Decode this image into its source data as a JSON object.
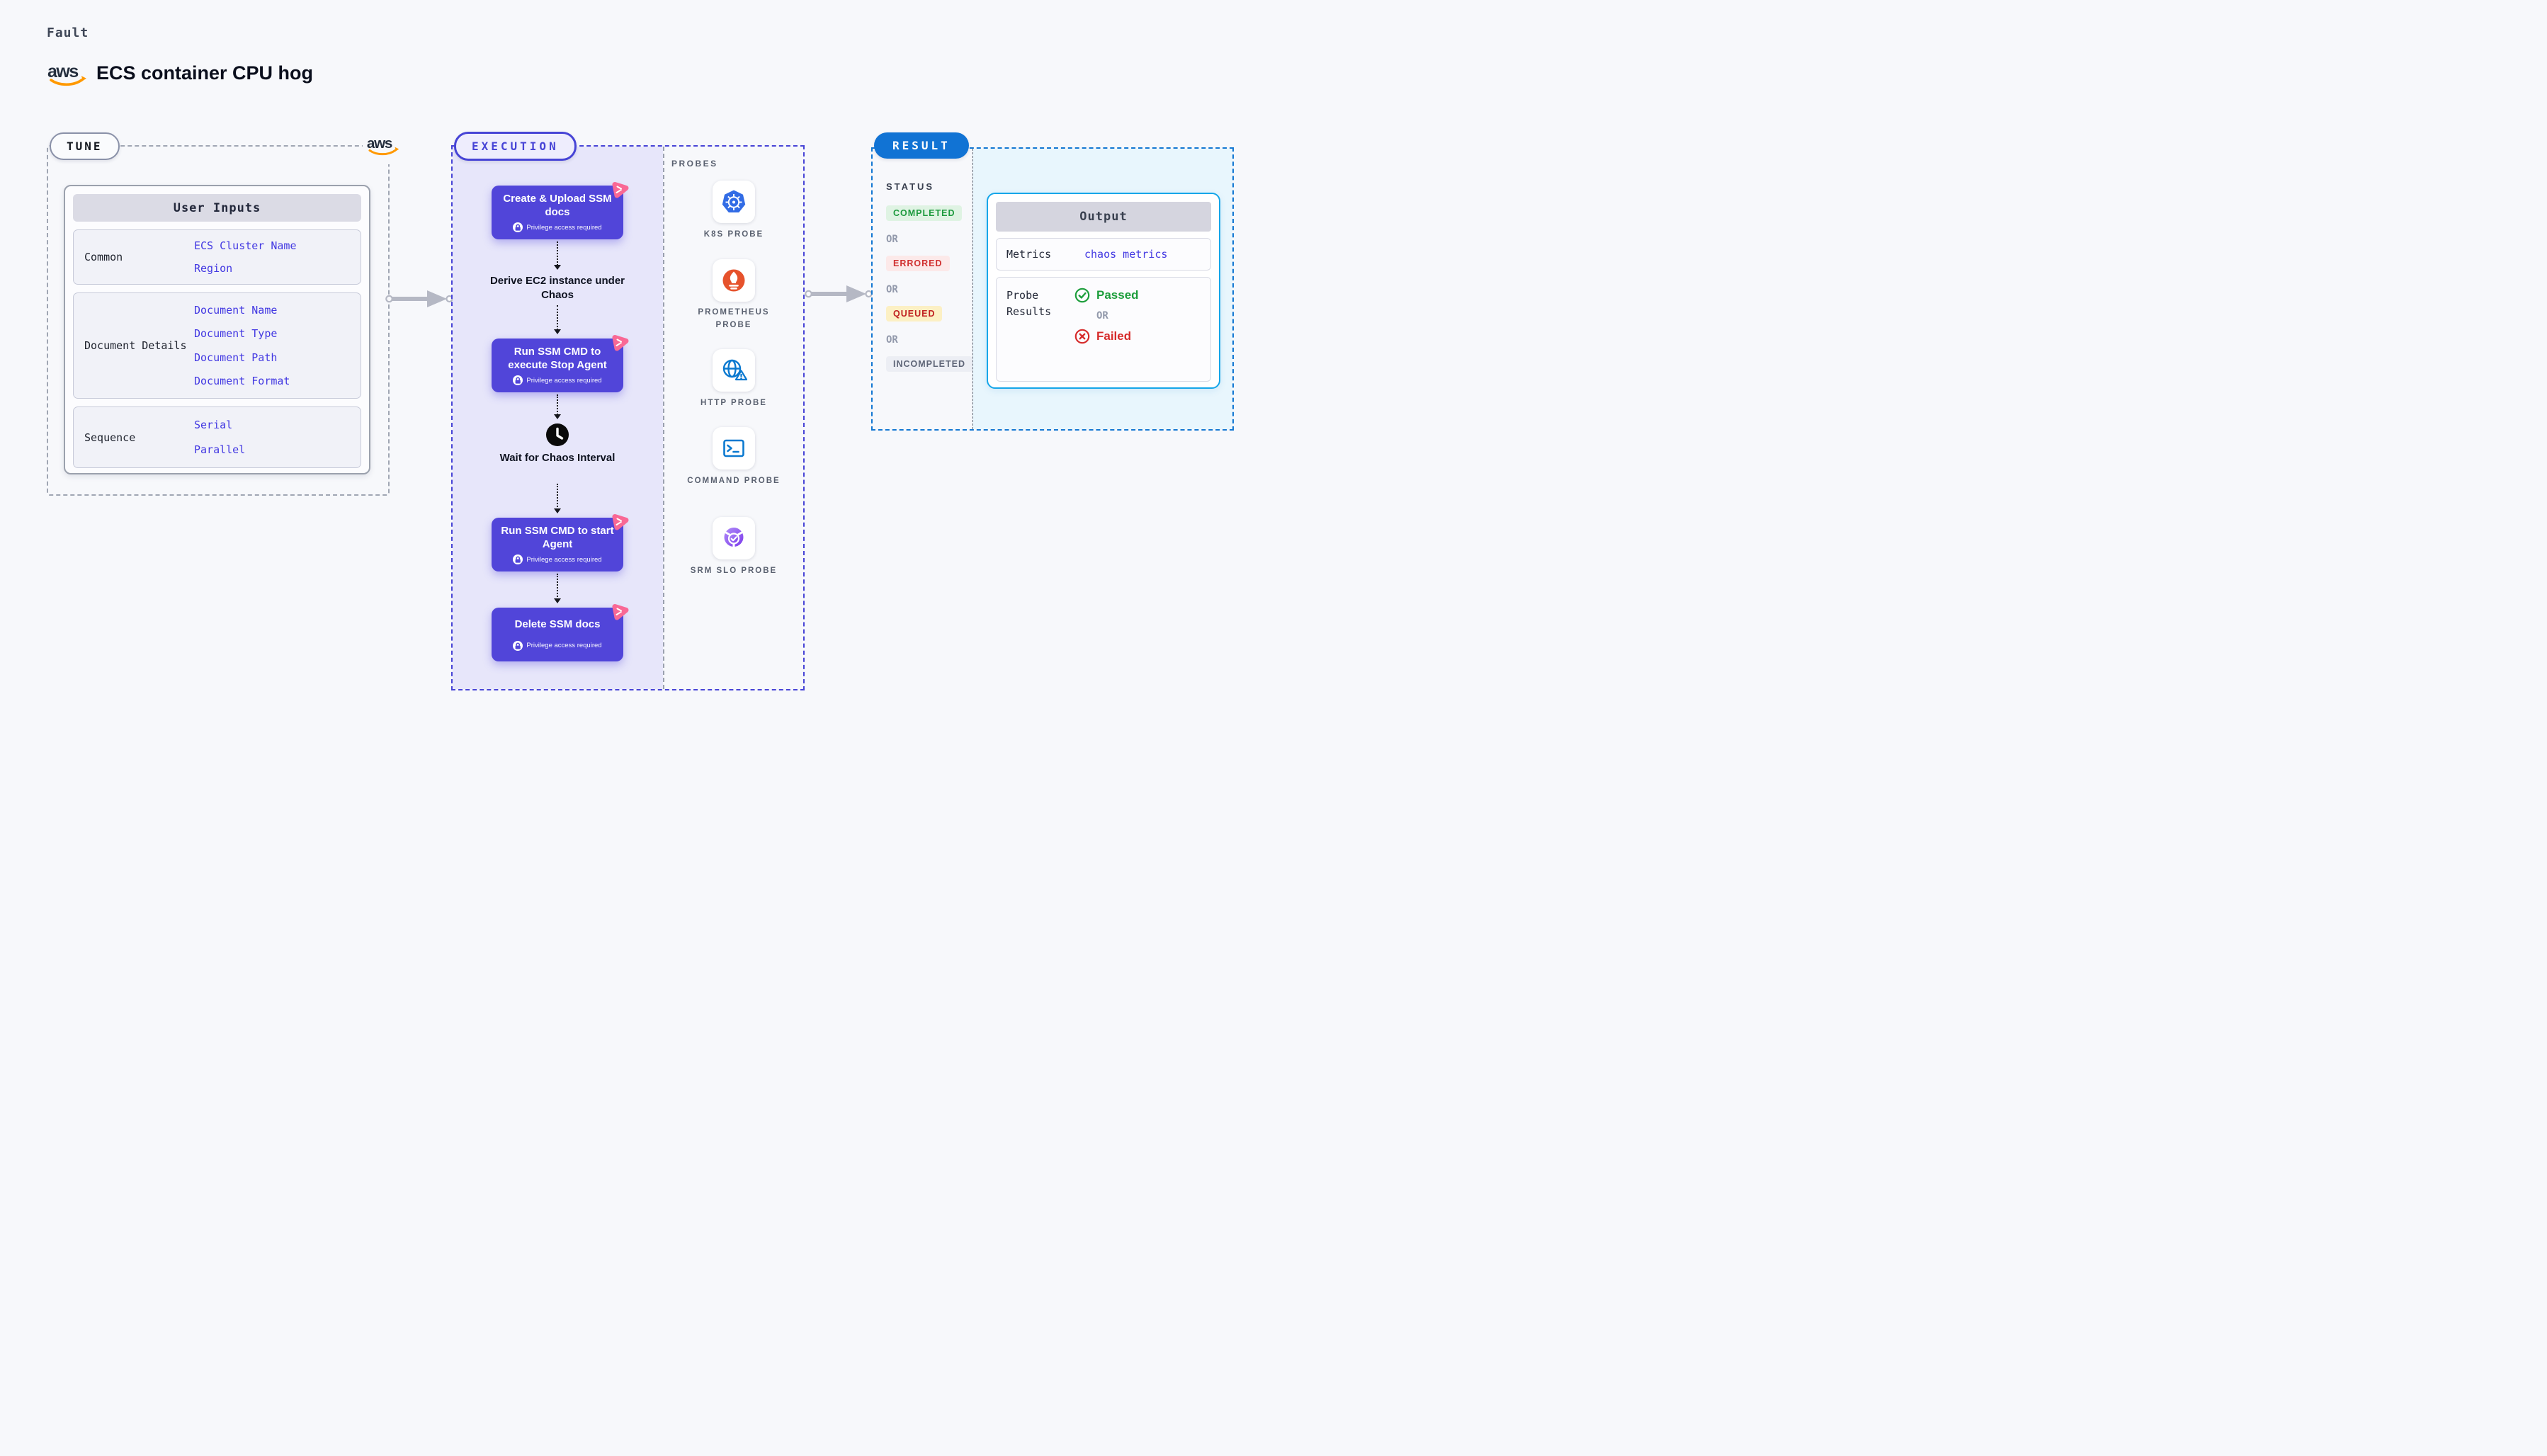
{
  "header": {
    "kicker": "Fault",
    "title": "ECS container CPU hog",
    "aws_logo_text": "aws"
  },
  "tune": {
    "label": "TUNE",
    "user_inputs": {
      "header": "User Inputs",
      "rows": [
        {
          "label": "Common",
          "values": [
            "ECS Cluster Name",
            "Region"
          ]
        },
        {
          "label": "Document Details",
          "values": [
            "Document Name",
            "Document Type",
            "Document Path",
            "Document Format"
          ]
        },
        {
          "label": "Sequence",
          "values": [
            "Serial",
            "Parallel"
          ]
        }
      ]
    }
  },
  "execution": {
    "label": "EXECUTION",
    "steps": [
      {
        "kind": "action",
        "label": "Create & Upload SSM docs",
        "note": "Privilege access required"
      },
      {
        "kind": "text",
        "label": "Derive EC2 instance under Chaos"
      },
      {
        "kind": "action",
        "label": "Run SSM CMD to execute Stop Agent",
        "note": "Privilege access required"
      },
      {
        "kind": "wait",
        "label": "Wait for Chaos Interval"
      },
      {
        "kind": "action",
        "label": "Run SSM CMD to start Agent",
        "note": "Privilege access required"
      },
      {
        "kind": "action",
        "label": "Delete SSM docs",
        "note": "Privilege access required"
      }
    ]
  },
  "probes": {
    "heading": "PROBES",
    "items": [
      {
        "label": "K8S PROBE",
        "icon": "kubernetes-icon"
      },
      {
        "label": "PROMETHEUS PROBE",
        "icon": "prometheus-icon"
      },
      {
        "label": "HTTP PROBE",
        "icon": "http-globe-warning-icon"
      },
      {
        "label": "COMMAND PROBE",
        "icon": "terminal-icon"
      },
      {
        "label": "SRM SLO PROBE",
        "icon": "srm-slo-icon"
      }
    ]
  },
  "result": {
    "label": "RESULT",
    "status": {
      "heading": "STATUS",
      "separator": "OR",
      "options": [
        {
          "label": "COMPLETED",
          "fg": "#1D9A3E",
          "bg": "#DFF3E3"
        },
        {
          "label": "ERRORED",
          "fg": "#D03030",
          "bg": "#FCE9E9"
        },
        {
          "label": "QUEUED",
          "fg": "#C02020",
          "bg": "#FCF0C4"
        },
        {
          "label": "INCOMPLETED",
          "fg": "#5E6577",
          "bg": "#ECEEF4"
        }
      ]
    },
    "output": {
      "header": "Output",
      "metrics_label": "Metrics",
      "metrics_value": "chaos metrics",
      "probe_results_label": "Probe Results",
      "separator": "OR",
      "passed_label": "Passed",
      "failed_label": "Failed"
    }
  },
  "colors": {
    "page_bg": "#F7F8FB",
    "step_indigo": "#5145D9",
    "execution_lavender": "#E7E6FA",
    "execution_border": "#4744D6",
    "pink_accent": "#F96895",
    "result_pill_blue": "#1173D4",
    "result_border_blue": "#1377D2",
    "output_border_cyan": "#15A6E9",
    "output_fill_blue": "#E8F6FD",
    "link_indigo": "#4238E2",
    "aws_orange": "#FF9900",
    "kubernetes_blue": "#326CE5",
    "prometheus_orange": "#E6522C",
    "passed_green": "#1D9E3C",
    "failed_red": "#D62B2B"
  }
}
